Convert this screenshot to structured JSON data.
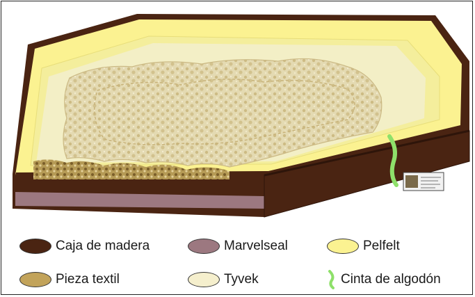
{
  "legend": [
    {
      "label": "Caja de madera",
      "color": "#4a2412",
      "shape": "ellipse"
    },
    {
      "label": "Marvelseal",
      "color": "#9c7880",
      "shape": "ellipse"
    },
    {
      "label": "Pelfelt",
      "color": "#fbf291",
      "shape": "ellipse"
    },
    {
      "label": "Pieza textil",
      "color": "#c2a35a",
      "shape": "ellipse"
    },
    {
      "label": "Tyvek",
      "color": "#f5efcd",
      "shape": "ellipse"
    },
    {
      "label": "Cinta de algodón",
      "color": "#8ee06a",
      "shape": "ribbon"
    }
  ],
  "colors": {
    "wood": "#4a2412",
    "wood_dark": "#2e150a",
    "felt": "#fbf291",
    "felt_inner": "#f4ee9c",
    "marvelseal": "#9c7880",
    "tyvek": "#f3eecb",
    "textile": "#d9c99a",
    "ribbon": "#8ee06a"
  }
}
